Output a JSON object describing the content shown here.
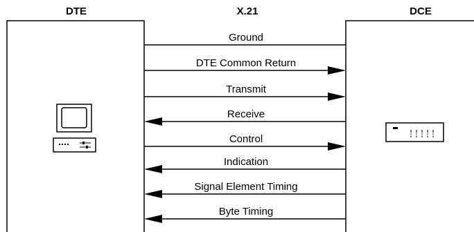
{
  "headers": {
    "dte": "DTE",
    "standard": "X.21",
    "dce": "DCE"
  },
  "icons": {
    "dte": "computer-terminal-icon",
    "dce": "modem-icon"
  },
  "signals": [
    {
      "label": "Ground",
      "direction": "none"
    },
    {
      "label": "DTE Common Return",
      "direction": "to-dce"
    },
    {
      "label": "Transmit",
      "direction": "to-dce"
    },
    {
      "label": "Receive",
      "direction": "to-dte"
    },
    {
      "label": "Control",
      "direction": "to-dce"
    },
    {
      "label": "Indication",
      "direction": "to-dte"
    },
    {
      "label": "Signal Element Timing",
      "direction": "to-dte"
    },
    {
      "label": "Byte Timing",
      "direction": "to-dte"
    }
  ]
}
